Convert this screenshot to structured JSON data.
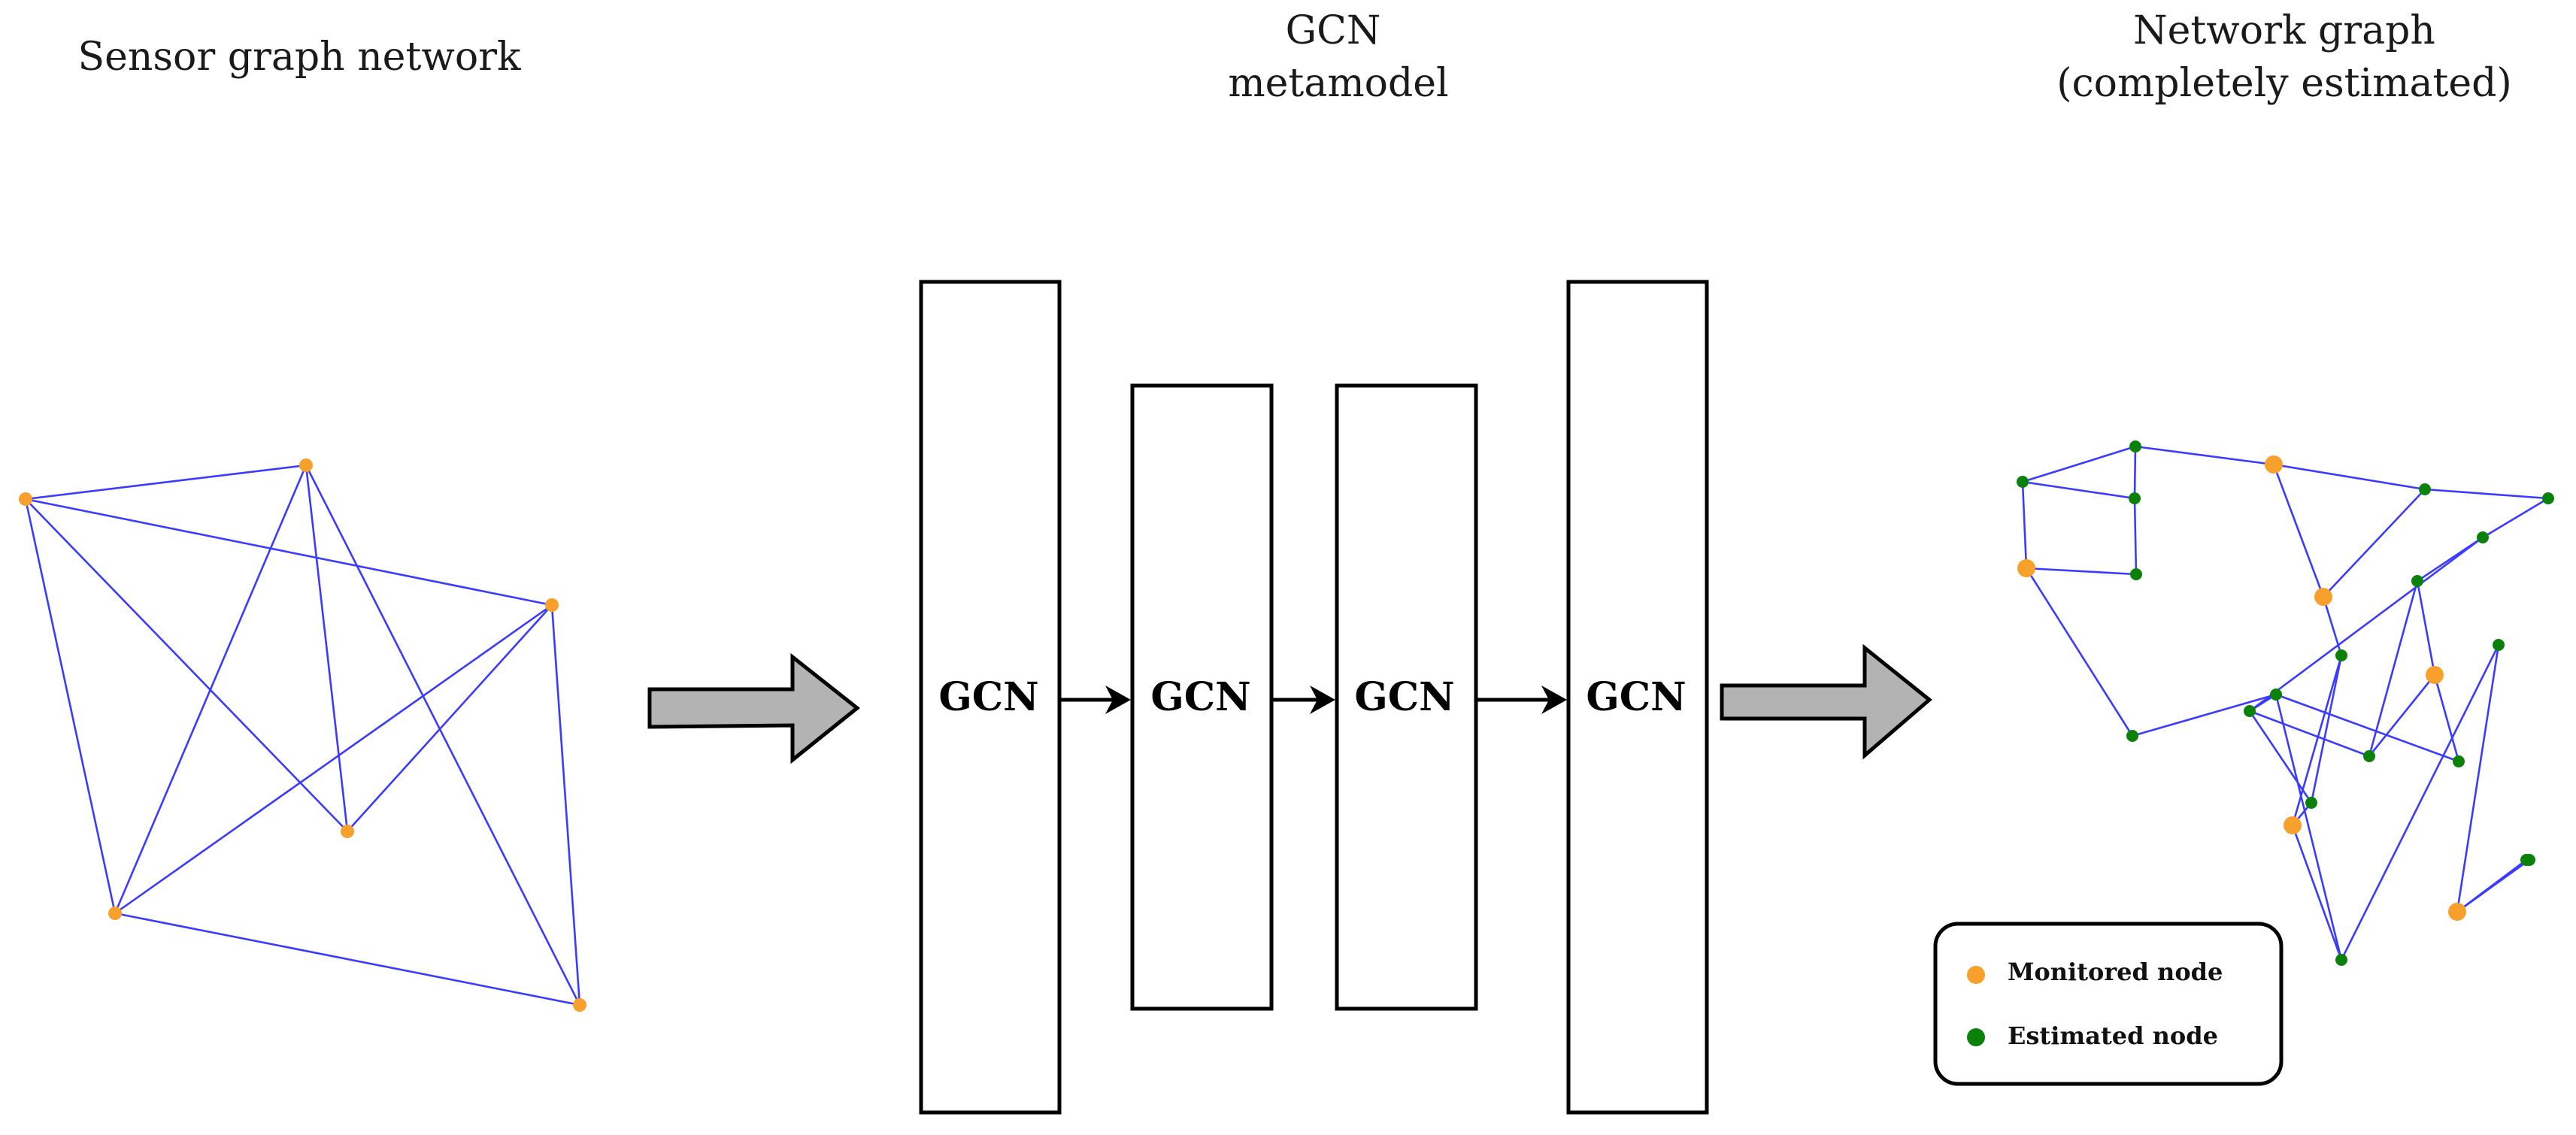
{
  "titles": {
    "left": "Sensor graph network",
    "middle_line1": "GCN",
    "middle_line2": "metamodel",
    "right_line1": "Network graph",
    "right_line2": "(completely estimated)"
  },
  "gcn_layers": [
    {
      "label": "GCN"
    },
    {
      "label": "GCN"
    },
    {
      "label": "GCN"
    },
    {
      "label": "GCN"
    }
  ],
  "legend": {
    "monitored_label": "Monitored node",
    "estimated_label": "Estimated node"
  },
  "colors": {
    "edge": "#3b3bff",
    "monitored": "#f7a02c",
    "estimated": "#0a820a",
    "flow_arrow": "#b3b3b3"
  },
  "sensor_graph": {
    "nodes": [
      "s1",
      "s2",
      "s3",
      "s4",
      "s5",
      "s6"
    ],
    "edges": [
      [
        "s1",
        "s2"
      ],
      [
        "s1",
        "s3"
      ],
      [
        "s1",
        "s4"
      ],
      [
        "s1",
        "s5"
      ],
      [
        "s2",
        "s4"
      ],
      [
        "s2",
        "s5"
      ],
      [
        "s2",
        "s6"
      ],
      [
        "s3",
        "s4"
      ],
      [
        "s3",
        "s5"
      ],
      [
        "s3",
        "s6"
      ],
      [
        "s5",
        "s6"
      ]
    ]
  },
  "network_graph": {
    "nodes": [
      {
        "id": "a",
        "type": "estimated"
      },
      {
        "id": "b",
        "type": "estimated"
      },
      {
        "id": "c",
        "type": "estimated"
      },
      {
        "id": "d",
        "type": "monitored"
      },
      {
        "id": "e",
        "type": "estimated"
      },
      {
        "id": "f",
        "type": "estimated"
      },
      {
        "id": "g",
        "type": "monitored"
      },
      {
        "id": "h",
        "type": "estimated"
      },
      {
        "id": "i",
        "type": "estimated"
      },
      {
        "id": "j",
        "type": "monitored"
      },
      {
        "id": "k",
        "type": "estimated"
      },
      {
        "id": "l",
        "type": "estimated"
      },
      {
        "id": "m",
        "type": "estimated"
      },
      {
        "id": "n",
        "type": "monitored"
      },
      {
        "id": "o",
        "type": "estimated"
      },
      {
        "id": "p",
        "type": "estimated"
      },
      {
        "id": "q",
        "type": "estimated"
      },
      {
        "id": "r",
        "type": "estimated"
      },
      {
        "id": "s",
        "type": "monitored"
      },
      {
        "id": "t",
        "type": "estimated"
      },
      {
        "id": "u",
        "type": "estimated"
      },
      {
        "id": "v",
        "type": "estimated"
      },
      {
        "id": "w",
        "type": "monitored"
      },
      {
        "id": "x",
        "type": "estimated"
      },
      {
        "id": "y",
        "type": "estimated"
      }
    ],
    "edges": [
      [
        "a",
        "b"
      ],
      [
        "a",
        "c"
      ],
      [
        "a",
        "d"
      ],
      [
        "c",
        "b"
      ],
      [
        "c",
        "e"
      ],
      [
        "d",
        "e"
      ],
      [
        "d",
        "f"
      ],
      [
        "b",
        "g"
      ],
      [
        "g",
        "h"
      ],
      [
        "h",
        "i"
      ],
      [
        "g",
        "j"
      ],
      [
        "h",
        "j"
      ],
      [
        "j",
        "k"
      ],
      [
        "i",
        "l"
      ],
      [
        "l",
        "m"
      ],
      [
        "l",
        "p"
      ],
      [
        "m",
        "s"
      ],
      [
        "k",
        "n"
      ],
      [
        "k",
        "o"
      ],
      [
        "n",
        "o"
      ],
      [
        "n",
        "t"
      ],
      [
        "o",
        "p"
      ],
      [
        "p",
        "q"
      ],
      [
        "p",
        "r"
      ],
      [
        "r",
        "s"
      ],
      [
        "s",
        "u"
      ],
      [
        "q",
        "u"
      ],
      [
        "q",
        "t"
      ],
      [
        "t",
        "v"
      ],
      [
        "v",
        "w"
      ],
      [
        "w",
        "x"
      ],
      [
        "w",
        "y"
      ],
      [
        "f",
        "q"
      ],
      [
        "r",
        "m"
      ]
    ]
  }
}
